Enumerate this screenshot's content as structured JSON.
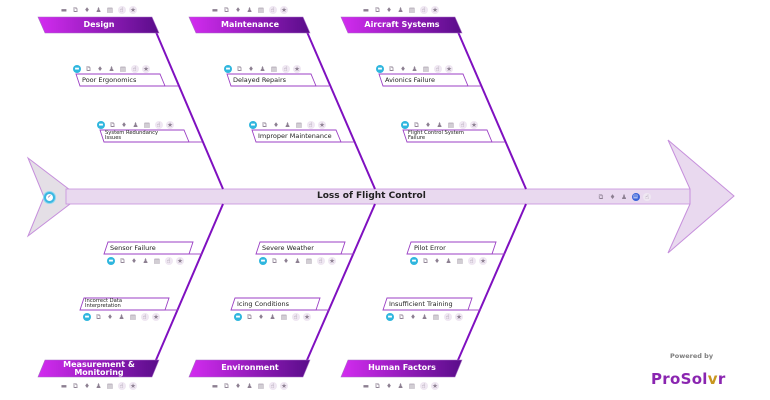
{
  "diagram": {
    "type": "fishbone",
    "problem": "Loss of Flight Control",
    "colors": {
      "bone": "#7f10c0",
      "banner_start": "#d32cf0",
      "banner_end": "#5a0d8a",
      "spine_fill": "#e9d9ef",
      "spine_stroke": "#c68fdc",
      "tail_fill": "#e4dfe6",
      "icon_active": "#2fb6de",
      "icon_muted": "#8c7f91"
    },
    "categories": [
      {
        "label": "Design",
        "position": "top",
        "causes": [
          {
            "label": "Poor Ergonomics"
          },
          {
            "label": "System Redundancy\n  Issues"
          }
        ]
      },
      {
        "label": "Maintenance",
        "position": "top",
        "causes": [
          {
            "label": "Delayed Repairs"
          },
          {
            "label": "Improper Maintenance"
          }
        ]
      },
      {
        "label": "Aircraft Systems",
        "position": "top",
        "causes": [
          {
            "label": "Avionics Failure"
          },
          {
            "label": "Flight Control System\n  Failure"
          }
        ]
      },
      {
        "label": "Measurement &\nMonitoring",
        "position": "bottom",
        "causes": [
          {
            "label": "Sensor Failure"
          },
          {
            "label": "Incorrect Data\nInterpretation"
          }
        ]
      },
      {
        "label": "Environment",
        "position": "bottom",
        "causes": [
          {
            "label": "Severe Weather"
          },
          {
            "label": "Icing Conditions"
          }
        ]
      },
      {
        "label": "Human Factors",
        "position": "bottom",
        "causes": [
          {
            "label": "Pilot Error"
          },
          {
            "label": "Insufficient Training"
          }
        ]
      }
    ],
    "toolbar_icons": [
      "folder-icon",
      "external-link-icon",
      "lightbulb-icon",
      "user-icon",
      "document-icon",
      "hand-icon",
      "star-icon"
    ],
    "toolbar_glyphs": [
      "▬",
      "⧉",
      "♦",
      "♟",
      "▤",
      "☝",
      "★"
    ],
    "head_icons": [
      "external-link-icon",
      "lightbulb-icon",
      "user-icon",
      "document-active-icon",
      "hand-icon"
    ],
    "head_glyphs": [
      "⧉",
      "♦",
      "♟",
      "▤",
      "☝"
    ]
  },
  "branding": {
    "powered_by": "Powered by",
    "logo_part1": "ProSol",
    "logo_v": "v",
    "logo_part2": "r"
  },
  "tail_icon": "clock-icon"
}
